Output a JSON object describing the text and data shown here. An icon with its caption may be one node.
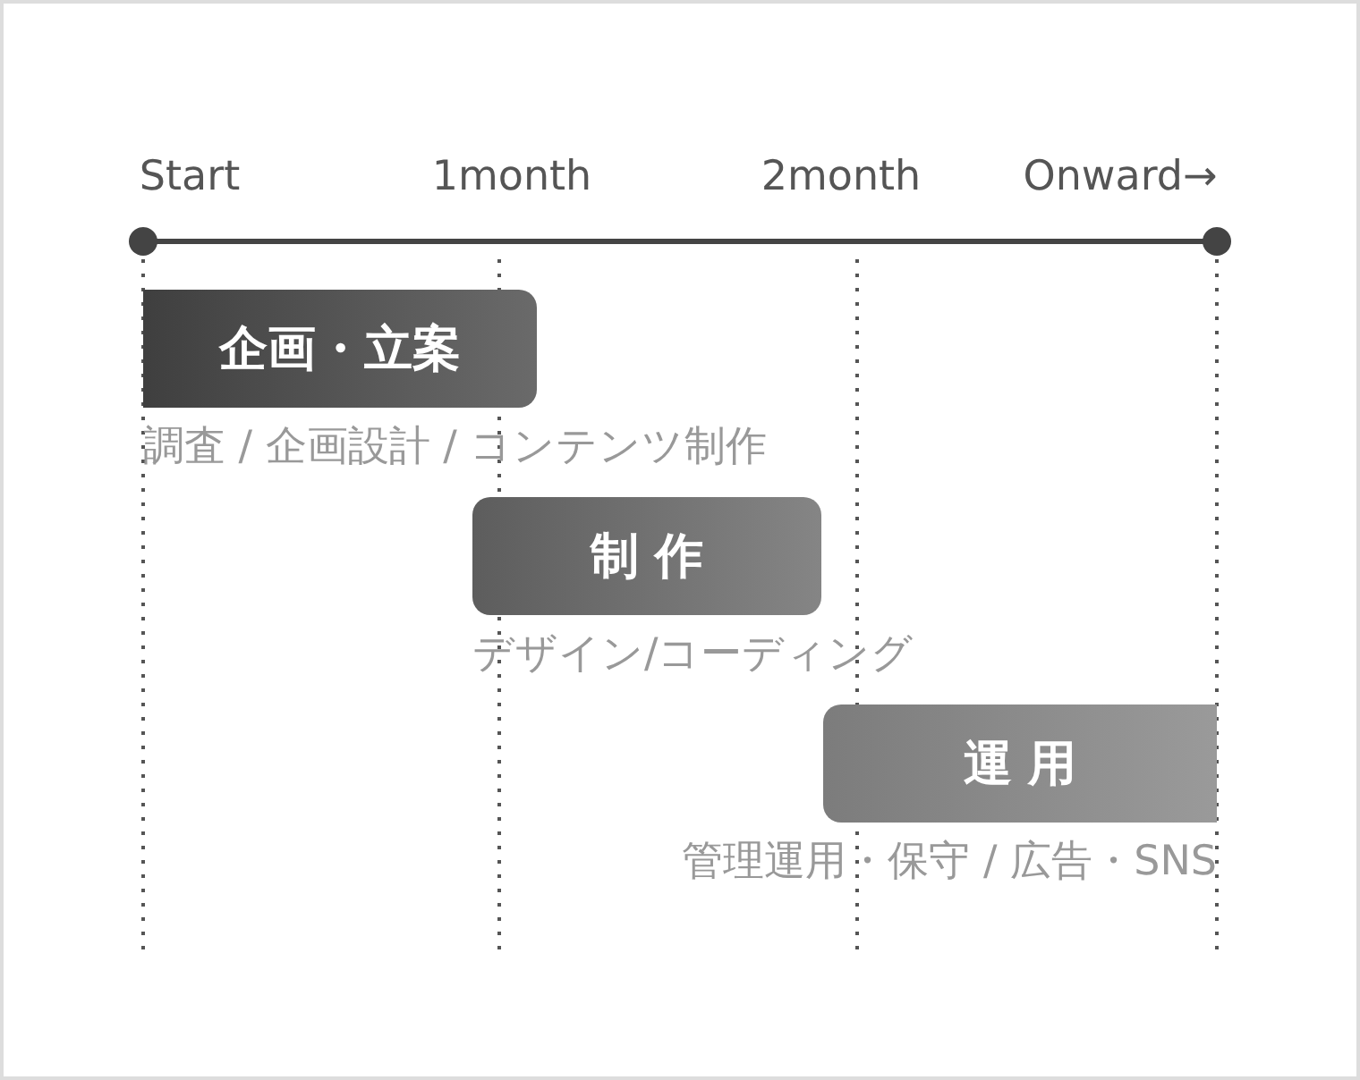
{
  "diagram": {
    "nodes": [
      {
        "text": [
          "企画・立案"
        ],
        "beside": [
          "調査 / 企画設計 / コンテンツ制作"
        ]
      },
      {
        "text": [
          "制 作"
        ],
        "beside": [
          "デザイン/コーディング"
        ]
      },
      {
        "text": [
          "運 用"
        ],
        "beside": [
          "管理運用・保守 / 広告・SNS"
        ]
      }
    ],
    "edges": [],
    "labels": [
      "Start",
      "1month",
      "2month",
      "Onward→"
    ]
  }
}
